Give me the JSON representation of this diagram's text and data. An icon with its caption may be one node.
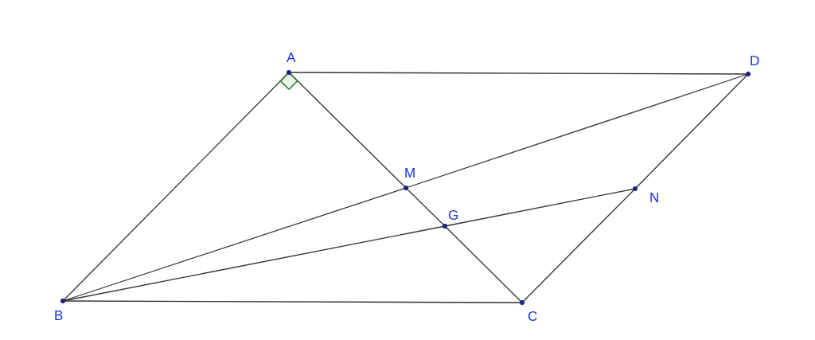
{
  "diagram": {
    "nodes": [
      {
        "text": [
          "A"
        ]
      },
      {
        "text": [
          "D"
        ]
      },
      {
        "text": [
          "M"
        ]
      },
      {
        "text": [
          "N"
        ]
      },
      {
        "text": [
          "G"
        ]
      },
      {
        "text": [
          "B"
        ]
      },
      {
        "text": [
          "C"
        ]
      }
    ],
    "edges": [
      {
        "from": 0,
        "to": 1,
        "arrow": "none"
      },
      {
        "from": 0,
        "to": 5,
        "arrow": "none"
      },
      {
        "from": 0,
        "to": 2,
        "arrow": "none"
      },
      {
        "from": 2,
        "to": 4,
        "arrow": "none"
      },
      {
        "from": 4,
        "to": 6,
        "arrow": "none"
      },
      {
        "from": 5,
        "to": 2,
        "arrow": "none"
      },
      {
        "from": 2,
        "to": 1,
        "arrow": "none"
      },
      {
        "from": 5,
        "to": 4,
        "arrow": "none"
      },
      {
        "from": 4,
        "to": 3,
        "arrow": "none"
      },
      {
        "from": 5,
        "to": 6,
        "arrow": "none"
      },
      {
        "from": 6,
        "to": 3,
        "arrow": "none"
      },
      {
        "from": 3,
        "to": 1,
        "arrow": "none"
      }
    ]
  }
}
